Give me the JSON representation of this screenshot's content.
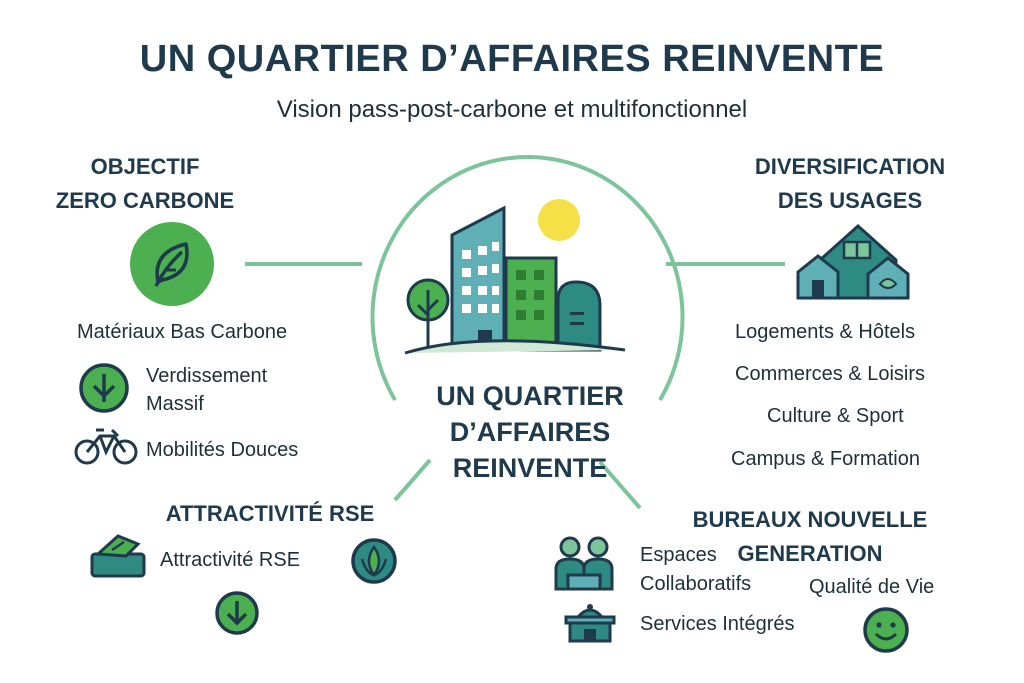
{
  "header": {
    "title": "UN QUARTIER D’AFFAIRES REINVENTE",
    "subtitle": "Vision pass-post-carbone et multifonctionnel"
  },
  "center": {
    "title_line1": "UN QUARTIER",
    "title_line2": "D’AFFAIRES REINVENTE"
  },
  "objectif": {
    "heading_line1": "OBJECTIF",
    "heading_line2": "ZERO CARBONE",
    "items": [
      "Matériaux Bas Carbone",
      "Verdissement",
      "Massif",
      "Mobilités Douces"
    ]
  },
  "diversification": {
    "heading_line1": "DIVERSIFICATION",
    "heading_line2": "DES USAGES",
    "items": [
      "Logements & Hôtels",
      "Commerces & Loisirs",
      "Culture & Sport",
      "Campus & Formation"
    ]
  },
  "rse": {
    "heading": "ATTRACTIVITÉ RSE",
    "item": "Attractivité RSE"
  },
  "bureaux": {
    "heading_line1": "BUREAUX NOUVELLE",
    "heading_line2": "GENERATION",
    "items": [
      "Espaces",
      "Collaboratifs",
      "Qualité de Vie",
      "Services Intégrés"
    ]
  },
  "colors": {
    "dark_navy": "#1f3a4d",
    "green": "#4caf50",
    "light_green": "#7cc49a",
    "teal": "#2e8b84",
    "sun": "#f5e048"
  }
}
